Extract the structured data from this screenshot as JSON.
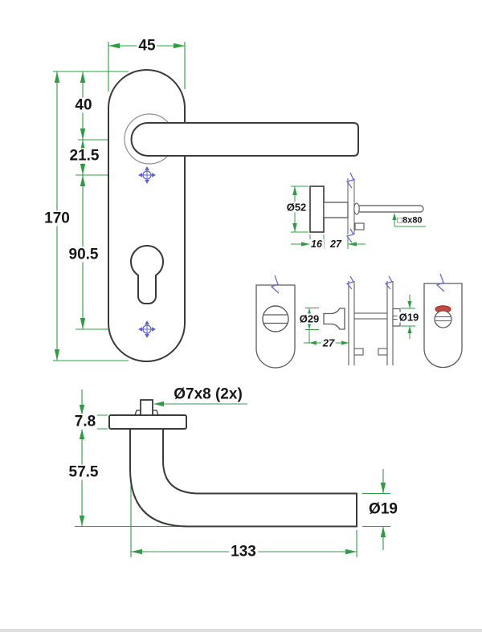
{
  "drawing_title": "lever-handle-technical-drawing",
  "colors": {
    "outline_dark": "#3a3a3a",
    "outline_gray": "#5c5c5c",
    "dimension_green": "#2f9c44",
    "symbol_blue": "#5e5ed6",
    "indicator_red": "#c9473d",
    "indicator_red_dark": "#8e2b24",
    "background": "#ffffff"
  },
  "front_view": {
    "dims": {
      "plate_width": "45",
      "top_to_handle": "40",
      "handle_to_screw": "21.5",
      "plate_height": "170",
      "screw_spacing": "90.5"
    }
  },
  "rose_side_view": {
    "dims": {
      "rose_diameter": "Ø52",
      "rose_thickness": "16",
      "projection": "27",
      "spindle": "□8x80"
    }
  },
  "wc_turn_views": {
    "dims": {
      "turn_diameter": "Ø29",
      "projection": "27",
      "release_diameter": "Ø19"
    }
  },
  "lever_side_view": {
    "dims": {
      "peg_holes": "Ø7x8 (2x)",
      "flange_thickness": "7.8",
      "handle_height": "57.5",
      "bar_diameter": "Ø19",
      "handle_length": "133"
    }
  }
}
